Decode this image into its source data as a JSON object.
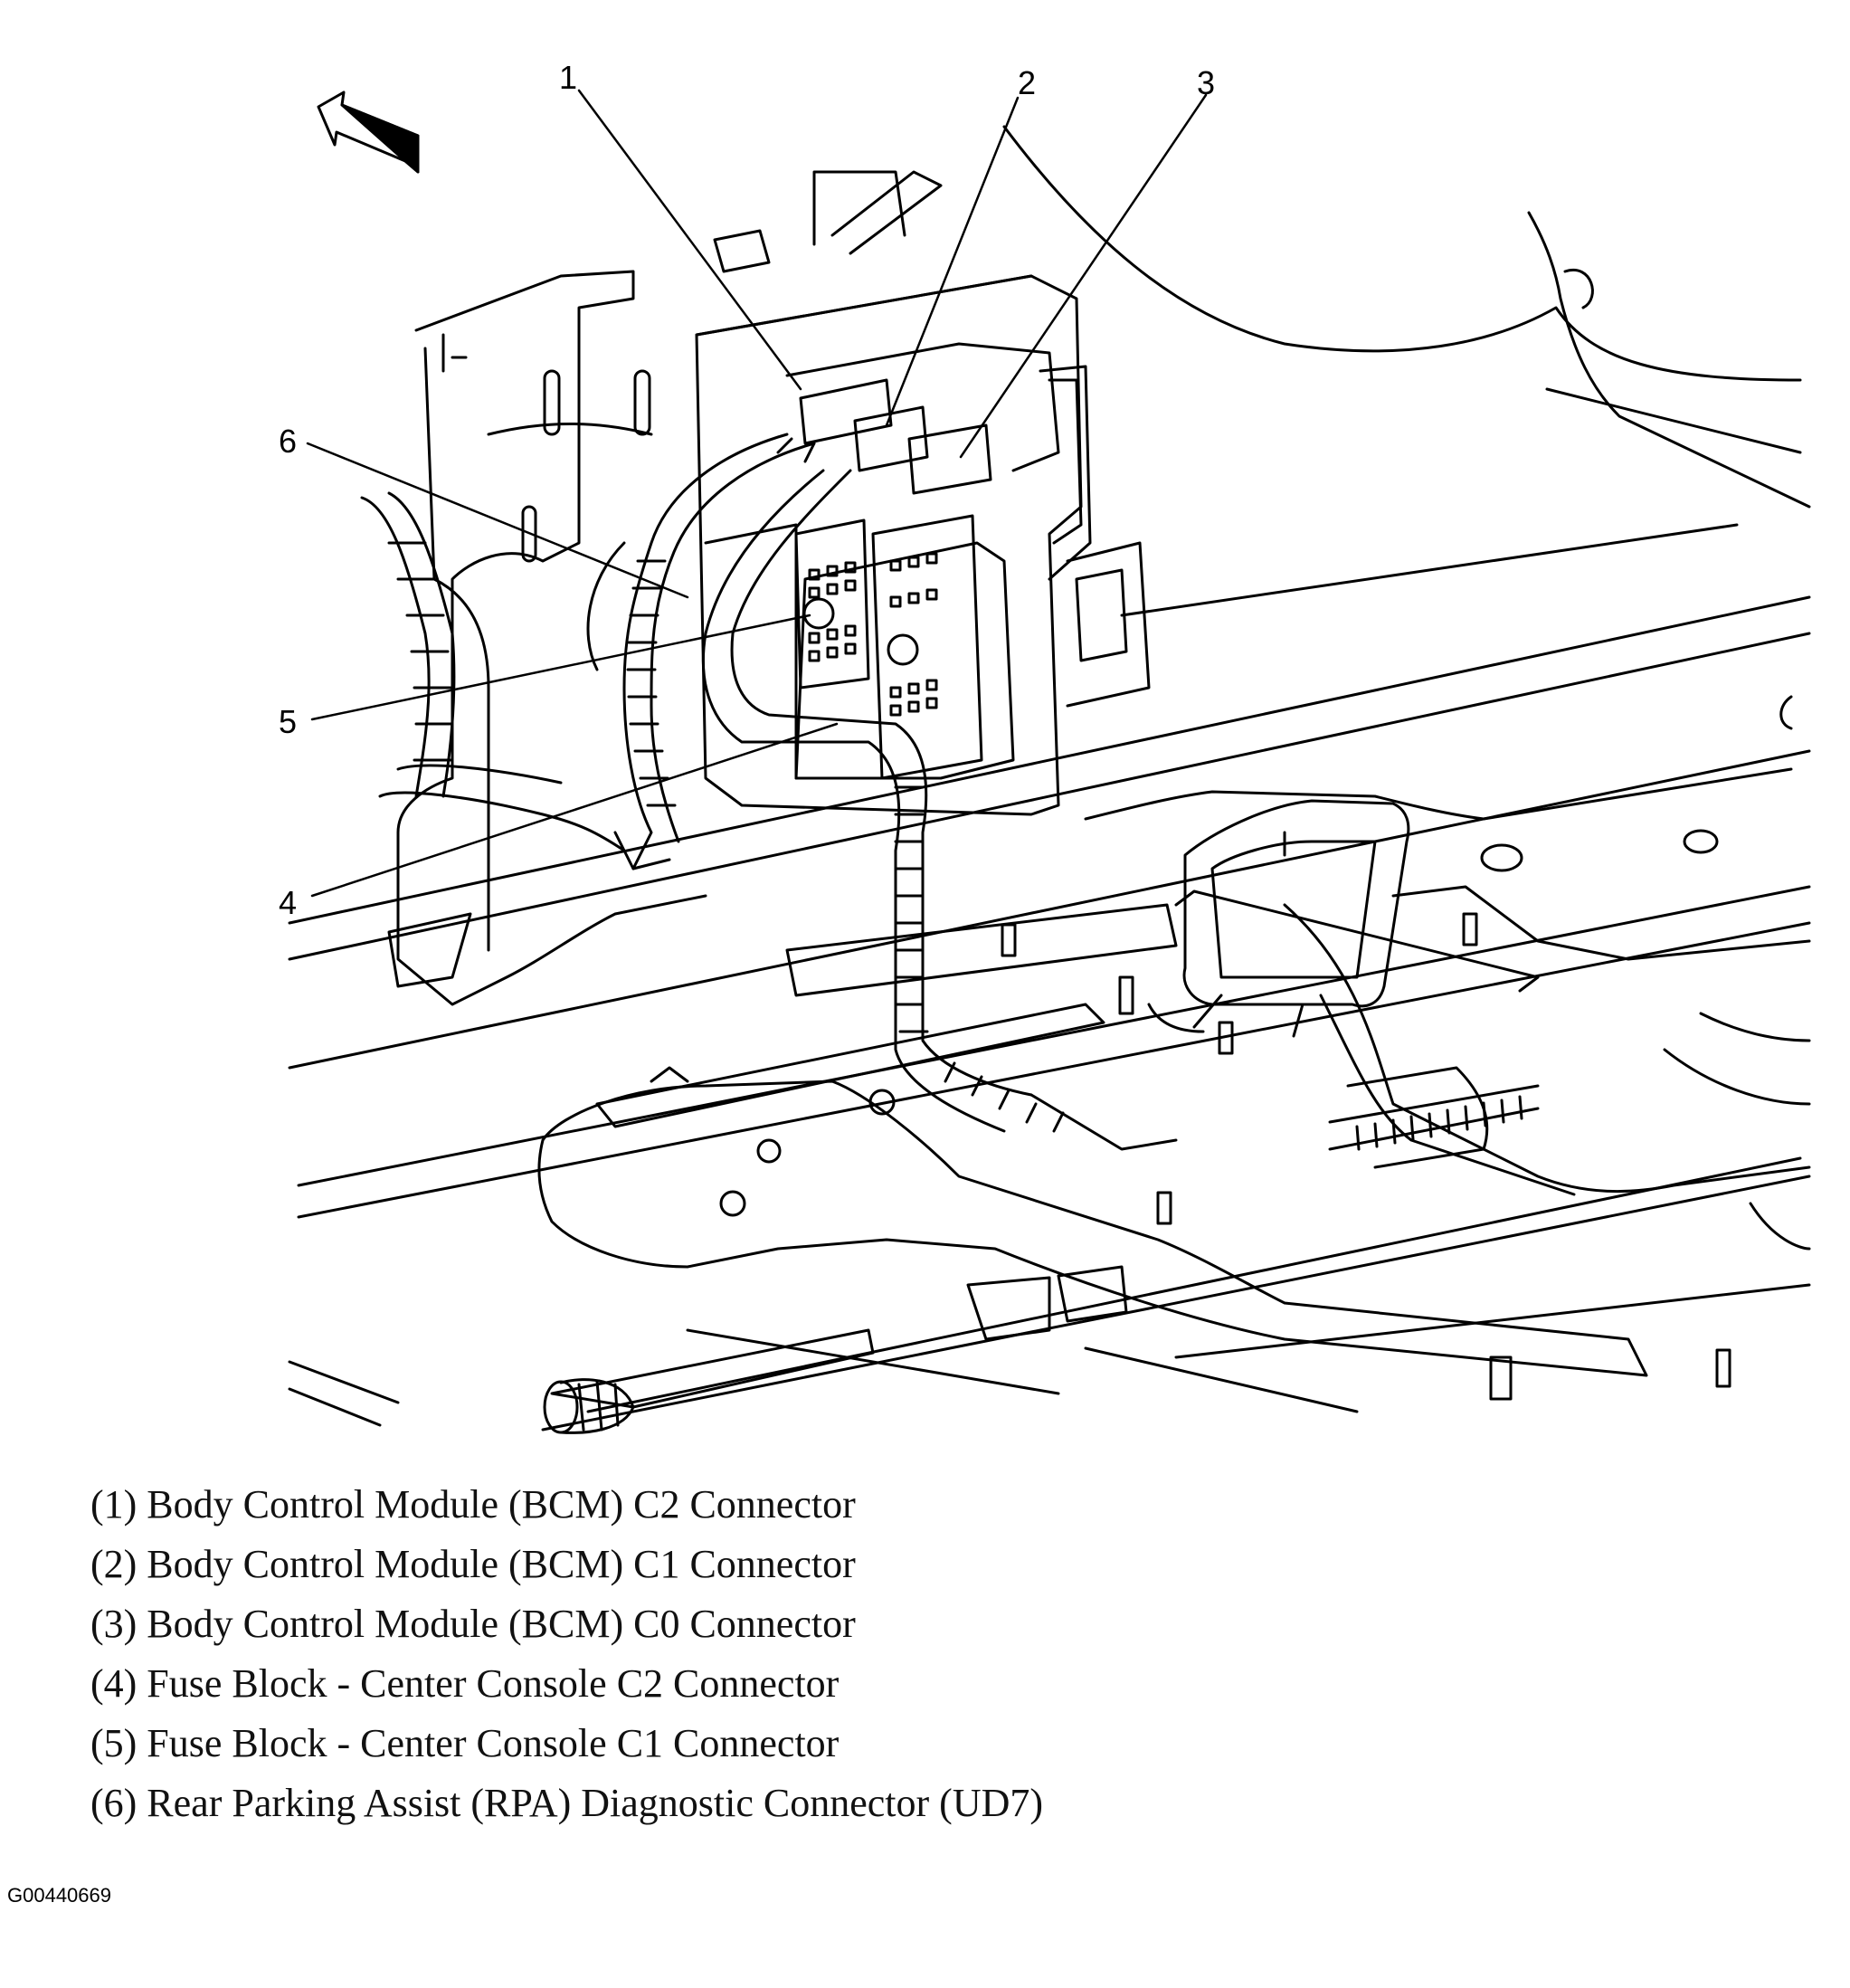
{
  "callouts": [
    "1",
    "2",
    "3",
    "4",
    "5",
    "6"
  ],
  "legend": [
    "(1) Body Control Module (BCM) C2 Connector",
    "(2) Body Control Module (BCM) C1 Connector",
    "(3) Body Control Module (BCM) C0 Connector",
    "(4) Fuse Block - Center Console C2 Connector",
    "(5) Fuse Block - Center Console C1 Connector",
    "(6) Rear Parking Assist (RPA) Diagnostic Connector (UD7)"
  ],
  "figure_id": "G00440669",
  "icons": [
    "direction-arrow-icon"
  ],
  "colors": {
    "line": "#000000",
    "background": "#ffffff"
  }
}
